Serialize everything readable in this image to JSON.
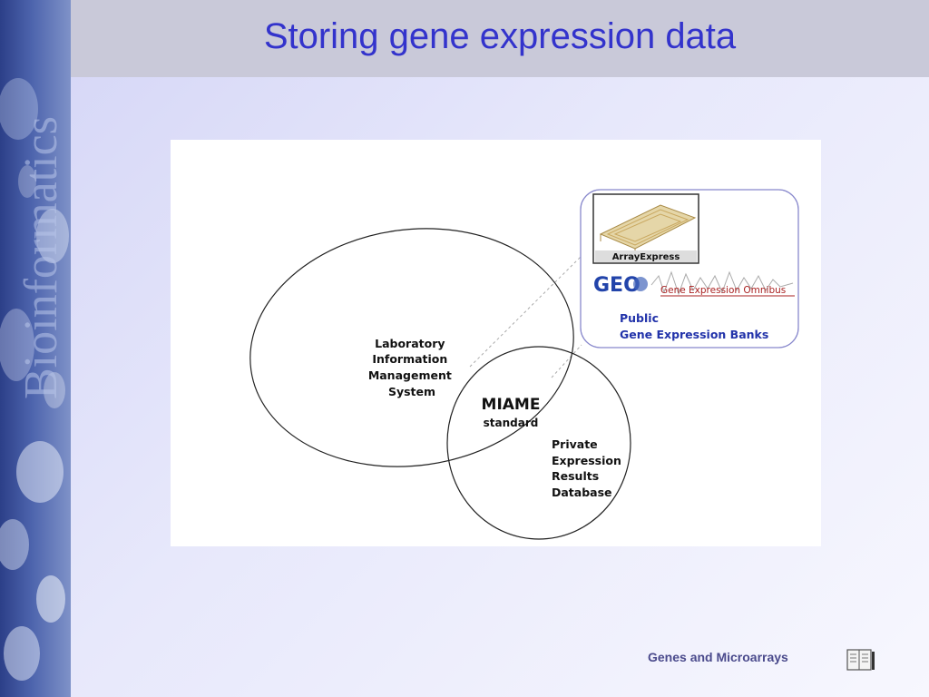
{
  "slide": {
    "title": "Storing gene expression data",
    "footer": "Genes and Microarrays"
  },
  "sidebar": {
    "decoration": "molecule-image",
    "vertical_text": "Bioinformatics"
  },
  "diagram": {
    "lims": [
      "Laboratory",
      "Information",
      "Management",
      "System"
    ],
    "miame_title": "MIAME",
    "miame_subtitle": "standard",
    "private_db": [
      "Private",
      "Expression",
      "Results",
      "Database"
    ],
    "arrayexpress_label": "ArrayExpress",
    "geo_logo": "GEO",
    "geo_caption": "Gene Expression Omnibus",
    "public_banks": [
      "Public",
      "Gene Expression Banks"
    ]
  },
  "icons": {
    "nav": "book-icon"
  },
  "colors": {
    "title": "#3333cc",
    "title_bar": "#c9c9d9",
    "sidebar": "#3a4e98",
    "public_box_border": "#8888cc",
    "public_text": "#2233aa",
    "geo_caption": "#aa2222",
    "footer": "#4a4a8c"
  }
}
